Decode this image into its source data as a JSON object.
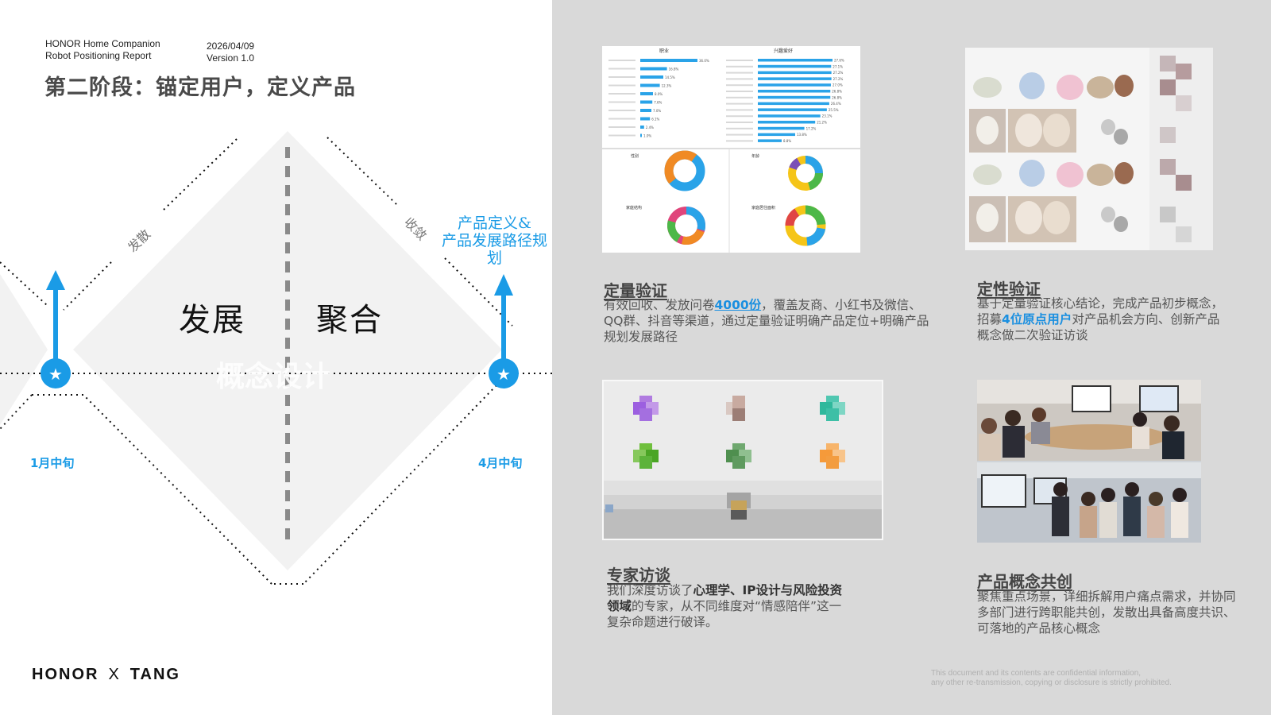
{
  "header": {
    "report_title_line1": "HONOR Home Companion",
    "report_title_line2": "Robot Positioning Report",
    "date": "2026/04/09",
    "version": "Version 1.0",
    "page_title": "第二阶段：锚定用户，定义产品"
  },
  "diagram": {
    "diverge_label": "发散",
    "converge_label": "收敛",
    "left_word": "发展",
    "right_word": "聚合",
    "ghost_word": "概念设计",
    "goal_line1": "产品定义&",
    "goal_line2": "产品发展路径规划",
    "start_month": "1月中旬",
    "end_month": "4月中旬"
  },
  "sections": {
    "quant": {
      "title": "定量验证",
      "text_1": "有效回收、发放问卷",
      "highlight": "4000份",
      "text_2": "，覆盖友商、小红书及微信、QQ群、抖音等渠道，通过定量验证明确产品定位+明确产品规划发展路径"
    },
    "qual": {
      "title": "定性验证",
      "text_1": "基于定量验证核心结论，完成产品初步概念，招募",
      "highlight": "4位原点用户",
      "text_2": "对产品机会方向、创新产品概念做二次验证访谈"
    },
    "expert": {
      "title": "专家访谈",
      "text_1": "我们深度访谈了",
      "bold": "心理学、IP设计与风险投资领域",
      "text_2": "的专家，从不同维度对“情感陪伴”这一复杂命题进行破译。"
    },
    "concept": {
      "title": "产品概念共创",
      "text": "聚焦重点场景，详细拆解用户痛点需求，并协同多部门进行跨职能共创，发散出具备高度共识、可落地的产品核心概念"
    }
  },
  "survey_chart": {
    "title_left": "职业",
    "title_right": "兴趣爱好",
    "left_values": [
      "36.0%",
      "16.8%",
      "14.5%",
      "12.3%",
      "8.0%",
      "7.6%",
      "7.0%",
      "6.1%",
      "2.4%",
      "1.0%"
    ],
    "right_values": [
      "27.6%",
      "27.1%",
      "27.2%",
      "27.2%",
      "27.0%",
      "26.8%",
      "26.8%",
      "26.4%",
      "25.5%",
      "23.1%",
      "21.2%",
      "17.2%",
      "13.8%",
      "8.8%"
    ],
    "donut_labels": [
      "性别",
      "年龄",
      "家庭结构",
      "家庭居住面积"
    ]
  },
  "footer": {
    "brand_left": "HONOR",
    "brand_x": "X",
    "brand_right": "TANG",
    "confidential_1": "This document and its contents are confidential information,",
    "confidential_2": "any other re-transmission, copying or disclosure is strictly prohibited."
  },
  "colors": {
    "accent_blue": "#1a9be6",
    "right_panel_bg": "#d9d9d9"
  }
}
